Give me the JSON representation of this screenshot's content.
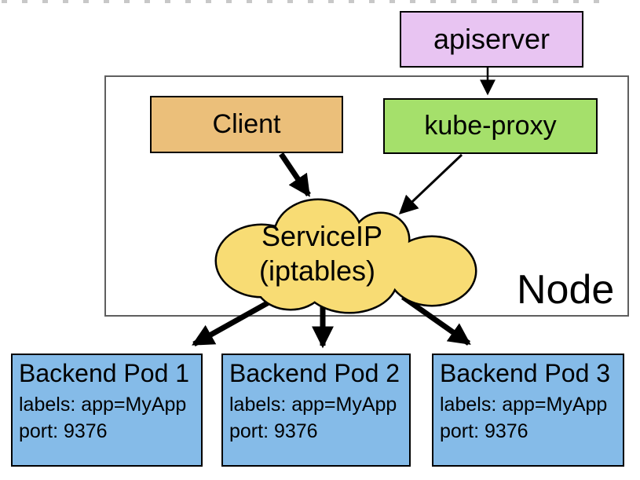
{
  "diagram": {
    "title_hint": "kubernetes-service-iptables-diagram",
    "apiserver": {
      "label": "apiserver"
    },
    "client": {
      "label": "Client"
    },
    "kube_proxy": {
      "label": "kube-proxy"
    },
    "service_cloud": {
      "line1": "ServiceIP",
      "line2": "(iptables)"
    },
    "node": {
      "label": "Node"
    },
    "pods": [
      {
        "title": "Backend Pod 1",
        "labels_line": "labels: app=MyApp",
        "port_line": "port: 9376"
      },
      {
        "title": "Backend Pod 2",
        "labels_line": "labels: app=MyApp",
        "port_line": "port: 9376"
      },
      {
        "title": "Backend Pod 3",
        "labels_line": "labels: app=MyApp",
        "port_line": "port: 9376"
      }
    ],
    "colors": {
      "apiserver": "#e8c4f2",
      "client": "#ebbf7a",
      "kube_proxy": "#a5e06b",
      "service_cloud": "#f8dc74",
      "pod": "#85bbe8",
      "arrow": "#000000",
      "node_border": "#5f5f5f"
    }
  }
}
